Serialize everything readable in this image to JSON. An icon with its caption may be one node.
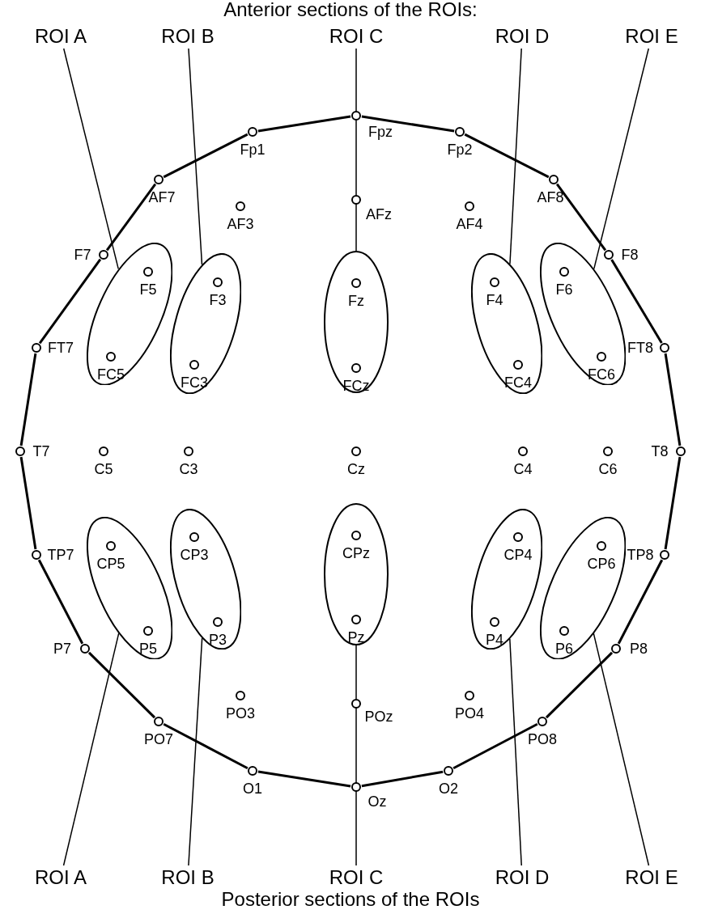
{
  "diagram": {
    "title": "Anterior sections of the ROIs:",
    "caption": "Posterior sections of the ROIs",
    "nodes": [
      {
        "text": [
          "ROI A"
        ]
      },
      {
        "text": [
          "ROI B"
        ]
      },
      {
        "text": [
          "ROI C"
        ]
      },
      {
        "text": [
          "ROI D"
        ]
      },
      {
        "text": [
          "ROI E"
        ]
      },
      {
        "text": [
          "Fpz"
        ]
      },
      {
        "text": [
          "Fp1"
        ]
      },
      {
        "text": [
          "Fp2"
        ]
      },
      {
        "text": [
          "AF7"
        ]
      },
      {
        "text": [
          "AF3"
        ]
      },
      {
        "text": [
          "AFz"
        ]
      },
      {
        "text": [
          "AF4"
        ]
      },
      {
        "text": [
          "AF8"
        ]
      },
      {
        "text": [
          "F7"
        ]
      },
      {
        "text": [],
        "shape": "ellipse"
      },
      {
        "text": [
          "F5"
        ],
        "in": 14
      },
      {
        "text": [
          "FC5"
        ],
        "in": 14
      },
      {
        "text": [],
        "shape": "ellipse"
      },
      {
        "text": [
          "F3"
        ],
        "in": 17
      },
      {
        "text": [
          "FC3"
        ],
        "in": 17
      },
      {
        "text": [],
        "shape": "ellipse"
      },
      {
        "text": [
          "Fz"
        ],
        "in": 20
      },
      {
        "text": [
          "FCz"
        ],
        "in": 20
      },
      {
        "text": [],
        "shape": "ellipse"
      },
      {
        "text": [
          "F4"
        ],
        "in": 23
      },
      {
        "text": [
          "FC4"
        ],
        "in": 23
      },
      {
        "text": [],
        "shape": "ellipse"
      },
      {
        "text": [
          "F6"
        ],
        "in": 26
      },
      {
        "text": [
          "FC6"
        ],
        "in": 26
      },
      {
        "text": [
          "F8"
        ]
      },
      {
        "text": [
          "FT7"
        ]
      },
      {
        "text": [
          "FT8"
        ]
      },
      {
        "text": [
          "T7"
        ]
      },
      {
        "text": [
          "C5"
        ]
      },
      {
        "text": [
          "C3"
        ]
      },
      {
        "text": [
          "Cz"
        ]
      },
      {
        "text": [
          "C4"
        ]
      },
      {
        "text": [
          "C6"
        ]
      },
      {
        "text": [
          "T8"
        ]
      },
      {
        "text": [],
        "shape": "ellipse"
      },
      {
        "text": [
          "CP5"
        ],
        "in": 39
      },
      {
        "text": [
          "P5"
        ],
        "in": 39
      },
      {
        "text": [],
        "shape": "ellipse"
      },
      {
        "text": [
          "CP3"
        ],
        "in": 42
      },
      {
        "text": [
          "P3"
        ],
        "in": 42
      },
      {
        "text": [],
        "shape": "ellipse"
      },
      {
        "text": [
          "CPz"
        ],
        "in": 45
      },
      {
        "text": [
          "Pz"
        ],
        "in": 45
      },
      {
        "text": [],
        "shape": "ellipse"
      },
      {
        "text": [
          "CP4"
        ],
        "in": 48
      },
      {
        "text": [
          "P4"
        ],
        "in": 48
      },
      {
        "text": [],
        "shape": "ellipse"
      },
      {
        "text": [
          "CP6"
        ],
        "in": 51
      },
      {
        "text": [
          "P6"
        ],
        "in": 51
      },
      {
        "text": [
          "TP7"
        ]
      },
      {
        "text": [
          "TP8"
        ]
      },
      {
        "text": [
          "P7"
        ]
      },
      {
        "text": [
          "P8"
        ]
      },
      {
        "text": [
          "PO7"
        ]
      },
      {
        "text": [
          "PO3"
        ]
      },
      {
        "text": [
          "POz"
        ]
      },
      {
        "text": [
          "PO4"
        ]
      },
      {
        "text": [
          "PO8"
        ]
      },
      {
        "text": [
          "O1"
        ]
      },
      {
        "text": [
          "Oz"
        ]
      },
      {
        "text": [
          "O2"
        ]
      },
      {
        "text": [
          "ROI A"
        ]
      },
      {
        "text": [
          "ROI B"
        ]
      },
      {
        "text": [
          "ROI C"
        ]
      },
      {
        "text": [
          "ROI D"
        ]
      },
      {
        "text": [
          "ROI E"
        ]
      }
    ],
    "edges": [
      {
        "from": 5,
        "to": 6,
        "arrow": "none"
      },
      {
        "from": 6,
        "to": 8,
        "arrow": "none"
      },
      {
        "from": 8,
        "to": 13,
        "arrow": "none"
      },
      {
        "from": 13,
        "to": 30,
        "arrow": "none"
      },
      {
        "from": 30,
        "to": 32,
        "arrow": "none"
      },
      {
        "from": 32,
        "to": 54,
        "arrow": "none"
      },
      {
        "from": 54,
        "to": 56,
        "arrow": "none"
      },
      {
        "from": 56,
        "to": 58,
        "arrow": "none"
      },
      {
        "from": 58,
        "to": 63,
        "arrow": "none"
      },
      {
        "from": 63,
        "to": 64,
        "arrow": "none"
      },
      {
        "from": 64,
        "to": 65,
        "arrow": "none"
      },
      {
        "from": 65,
        "to": 62,
        "arrow": "none"
      },
      {
        "from": 62,
        "to": 57,
        "arrow": "none"
      },
      {
        "from": 57,
        "to": 55,
        "arrow": "none"
      },
      {
        "from": 55,
        "to": 38,
        "arrow": "none"
      },
      {
        "from": 38,
        "to": 31,
        "arrow": "none"
      },
      {
        "from": 31,
        "to": 29,
        "arrow": "none"
      },
      {
        "from": 29,
        "to": 12,
        "arrow": "none"
      },
      {
        "from": 12,
        "to": 7,
        "arrow": "none"
      },
      {
        "from": 7,
        "to": 5,
        "arrow": "none"
      },
      {
        "from": 0,
        "to": 14,
        "arrow": "none"
      },
      {
        "from": 1,
        "to": 17,
        "arrow": "none"
      },
      {
        "from": 2,
        "to": 20,
        "arrow": "none"
      },
      {
        "from": 3,
        "to": 23,
        "arrow": "none"
      },
      {
        "from": 4,
        "to": 26,
        "arrow": "none"
      },
      {
        "from": 66,
        "to": 39,
        "arrow": "none"
      },
      {
        "from": 67,
        "to": 42,
        "arrow": "none"
      },
      {
        "from": 68,
        "to": 45,
        "arrow": "none"
      },
      {
        "from": 69,
        "to": 48,
        "arrow": "none"
      },
      {
        "from": 70,
        "to": 51,
        "arrow": "none"
      }
    ]
  }
}
